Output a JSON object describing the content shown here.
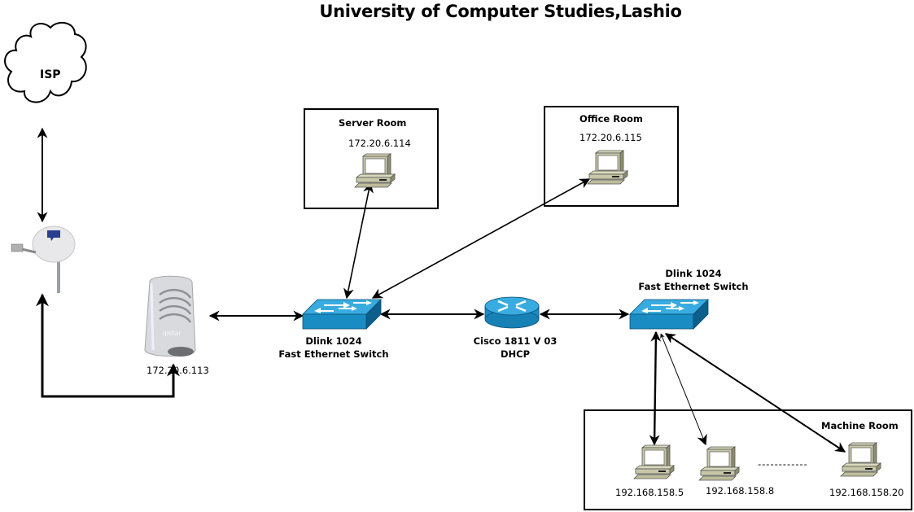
{
  "title": "University of Computer Studies,Lashio",
  "colors": {
    "switch_top": "#33a7d9",
    "switch_front": "#1a8cc4",
    "switch_side": "#0b5f8a",
    "pc_body": "#c8c8a8",
    "pc_screen": "#ffffff",
    "line": "#000000"
  },
  "nodes": {
    "isp": {
      "label": "ISP",
      "icon": "cloud-icon"
    },
    "satellite_dish": {
      "icon": "satellite-dish-icon"
    },
    "modem": {
      "ip": "172.20.6.113",
      "icon": "ipstar-modem-icon",
      "brand": "ipstar"
    },
    "switch_1": {
      "name": "Dlink 1024",
      "type": "Fast Ethernet Switch",
      "icon": "switch-icon"
    },
    "router": {
      "name": "Cisco 1811 V 03",
      "role": "DHCP",
      "icon": "router-icon"
    },
    "switch_2": {
      "name": "Dlink 1024",
      "type": "Fast Ethernet Switch",
      "icon": "switch-icon"
    }
  },
  "rooms": {
    "server": {
      "label": "Server Room",
      "pcs": [
        {
          "ip": "172.20.6.114"
        }
      ]
    },
    "office": {
      "label": "Office Room",
      "pcs": [
        {
          "ip": "172.20.6.115"
        }
      ]
    },
    "machine": {
      "label": "Machine Room",
      "pcs": [
        {
          "ip": "192.168.158.5"
        },
        {
          "ip": "192.168.158.8"
        },
        {
          "ip": "192.168.158.20"
        }
      ],
      "ellipsis": "------------"
    }
  },
  "links": [
    {
      "from": "isp",
      "to": "satellite_dish",
      "direction": "both"
    },
    {
      "from": "satellite_dish",
      "to": "modem",
      "direction": "both"
    },
    {
      "from": "modem",
      "to": "switch_1",
      "direction": "both"
    },
    {
      "from": "switch_1",
      "to": "server_pc",
      "direction": "both"
    },
    {
      "from": "switch_1",
      "to": "office_pc",
      "direction": "both"
    },
    {
      "from": "switch_1",
      "to": "router",
      "direction": "both"
    },
    {
      "from": "router",
      "to": "switch_2",
      "direction": "both"
    },
    {
      "from": "switch_2",
      "to": "machine_pc_1",
      "direction": "both"
    },
    {
      "from": "switch_2",
      "to": "machine_pc_2",
      "direction": "both"
    },
    {
      "from": "switch_2",
      "to": "machine_pc_3",
      "direction": "both"
    }
  ]
}
